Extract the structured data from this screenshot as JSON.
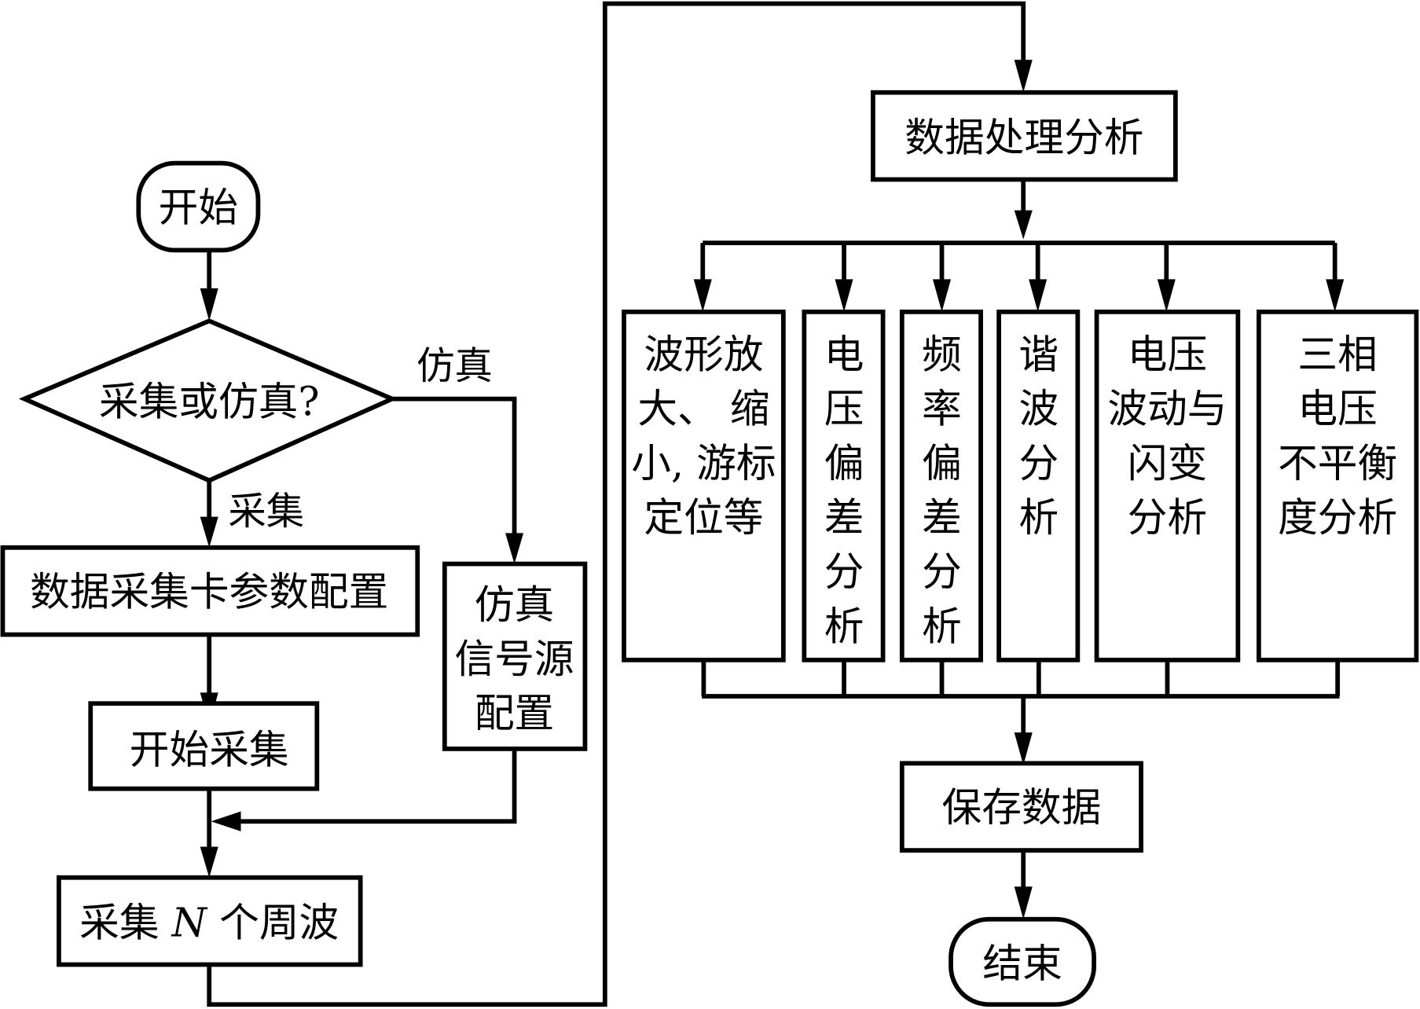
{
  "diagram": {
    "type": "flowchart",
    "colors": {
      "stroke": "#000000",
      "background": "#ffffff"
    },
    "nodes": {
      "start": {
        "shape": "terminal",
        "text": "开始"
      },
      "decision": {
        "shape": "decision",
        "text": "采集或仿真?"
      },
      "daq_config": {
        "shape": "process",
        "text": "数据采集卡参数配置"
      },
      "sim_config": {
        "shape": "process",
        "lines": [
          "仿真",
          "信号源",
          "配置"
        ]
      },
      "start_acq": {
        "shape": "process",
        "text": "开始采集"
      },
      "acquire_n": {
        "shape": "process",
        "text": "采集 N 个周波",
        "parts": [
          "采集 ",
          "N",
          " 个周波"
        ]
      },
      "process": {
        "shape": "process",
        "text": "数据处理分析"
      },
      "analyses": [
        {
          "lines": [
            "波形放",
            "大、 缩",
            "小, 游标",
            "定位等"
          ]
        },
        {
          "lines": [
            "电",
            "压",
            "偏",
            "差",
            "分",
            "析"
          ]
        },
        {
          "lines": [
            "频",
            "率",
            "偏",
            "差",
            "分",
            "析"
          ]
        },
        {
          "lines": [
            "谐",
            "波",
            "分",
            "析"
          ]
        },
        {
          "lines": [
            "电压",
            "波动与",
            "闪变",
            "分析"
          ]
        },
        {
          "lines": [
            "三相",
            "电压",
            "不平衡",
            "度分析"
          ]
        }
      ],
      "save": {
        "shape": "process",
        "text": "保存数据"
      },
      "end": {
        "shape": "terminal",
        "text": "结束"
      }
    },
    "edge_labels": {
      "sim": "仿真",
      "acq": "采集"
    },
    "edges": [
      [
        "start",
        "decision"
      ],
      [
        "decision",
        "daq_config",
        "采集"
      ],
      [
        "decision",
        "sim_config",
        "仿真"
      ],
      [
        "daq_config",
        "start_acq"
      ],
      [
        "start_acq",
        "acquire_n"
      ],
      [
        "sim_config",
        "acquire_n"
      ],
      [
        "acquire_n",
        "process"
      ],
      [
        "process",
        "analyses"
      ],
      [
        "analyses",
        "save"
      ],
      [
        "save",
        "end"
      ]
    ]
  }
}
